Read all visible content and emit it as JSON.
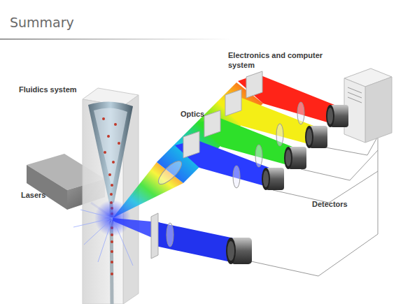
{
  "diagram": {
    "title": "Summary",
    "labels": [
      "Electronics and computer system",
      "Fluidics system",
      "Optics",
      "Lasers",
      "Detectors"
    ]
  }
}
